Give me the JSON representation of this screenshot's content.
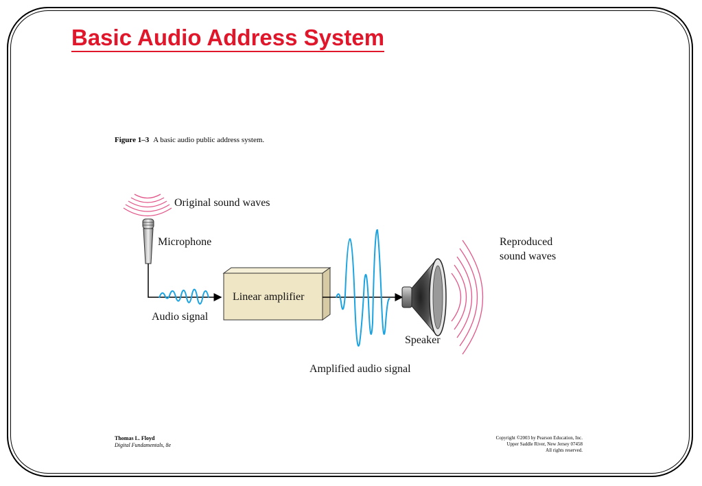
{
  "slide": {
    "title": "Basic Audio Address System"
  },
  "figure": {
    "number": "Figure 1–3",
    "caption": "A basic audio public address system.",
    "labels": {
      "original_waves": "Original sound waves",
      "microphone": "Microphone",
      "audio_signal": "Audio signal",
      "amplifier": "Linear amplifier",
      "reproduced_line1": "Reproduced",
      "reproduced_line2": "sound waves",
      "speaker": "Speaker",
      "amplified_signal": "Amplified audio signal"
    },
    "colors": {
      "wave_blue": "#1aa3e0",
      "sound_pink": "#e2578a",
      "amp_box": "#efe6c6",
      "title_red": "#e0162b"
    }
  },
  "footer": {
    "author": "Thomas L. Floyd",
    "book": "Digital Fundamentals, 8e",
    "copyright_line1": "Copyright ©2003 by Pearson Education, Inc.",
    "copyright_line2": "Upper Saddle River, New Jersey 07458",
    "copyright_line3": "All rights reserved."
  }
}
